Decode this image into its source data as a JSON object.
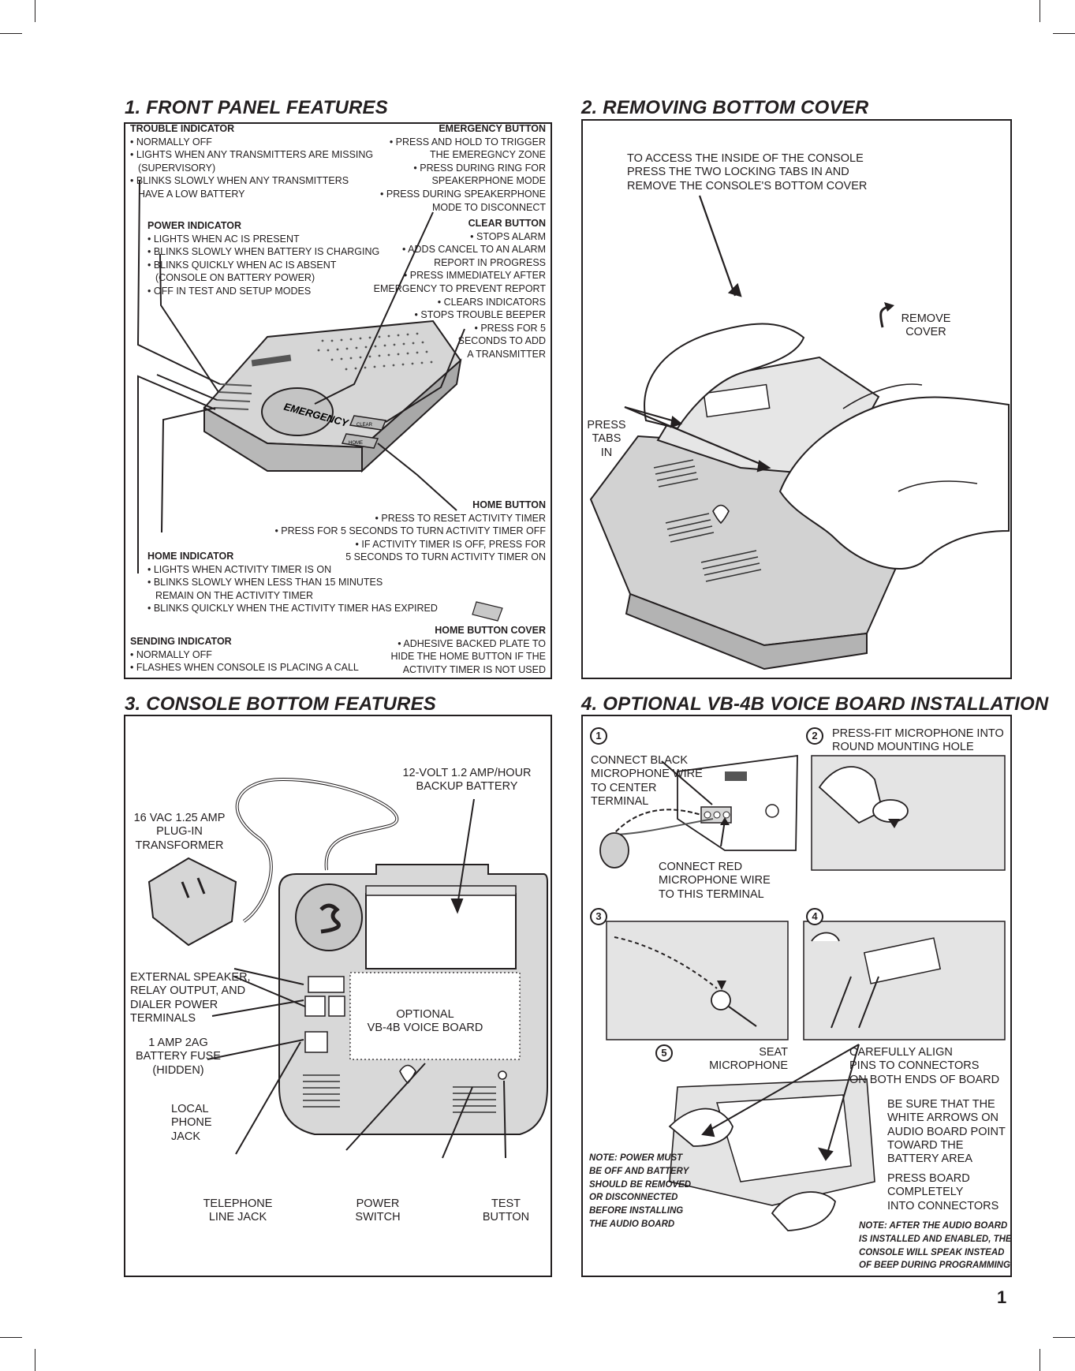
{
  "page_number": "1",
  "sections": {
    "s1": {
      "title": "1. FRONT PANEL FEATURES",
      "trouble": {
        "heading": "TROUBLE INDICATOR",
        "lines": [
          "• NORMALLY OFF",
          "• LIGHTS WHEN ANY TRANSMITTERS ARE MISSING",
          "(SUPERVISORY)",
          "• BLINKS SLOWLY WHEN ANY TRANSMITTERS",
          "HAVE A LOW BATTERY"
        ]
      },
      "power": {
        "heading": "POWER INDICATOR",
        "lines": [
          "• LIGHTS WHEN AC IS PRESENT",
          "• BLINKS SLOWLY WHEN BATTERY IS CHARGING",
          "• BLINKS QUICKLY WHEN AC IS ABSENT",
          "(CONSOLE ON BATTERY POWER)",
          "• OFF IN TEST AND SETUP MODES"
        ]
      },
      "emergency": {
        "heading": "EMERGENCY BUTTON",
        "lines": [
          "• PRESS AND HOLD TO TRIGGER",
          "THE EMEREGNCY ZONE",
          "• PRESS DURING RING FOR",
          "SPEAKERPHONE MODE",
          "• PRESS DURING SPEAKERPHONE",
          "MODE TO DISCONNECT"
        ]
      },
      "clear": {
        "heading": "CLEAR BUTTON",
        "lines": [
          "• STOPS ALARM",
          "• ADDS CANCEL TO AN ALARM",
          "REPORT IN PROGRESS",
          "• PRESS IMMEDIATELY AFTER",
          "EMERGENCY TO PREVENT REPORT",
          "• CLEARS INDICATORS",
          "• STOPS TROUBLE BEEPER",
          "• PRESS FOR 5",
          "SECONDS TO ADD",
          "A TRANSMITTER"
        ]
      },
      "home_button": {
        "heading": "HOME BUTTON",
        "lines": [
          "• PRESS TO RESET ACTIVITY TIMER",
          "• PRESS FOR 5 SECONDS TO TURN ACTIVITY TIMER OFF",
          "• IF ACTIVITY TIMER IS OFF, PRESS FOR",
          "5 SECONDS TO TURN ACTIVITY TIMER ON"
        ]
      },
      "home_indicator": {
        "heading": "HOME INDICATOR",
        "lines": [
          "• LIGHTS WHEN ACTIVITY TIMER IS ON",
          "• BLINKS SLOWLY WHEN LESS THAN 15 MINUTES",
          "REMAIN ON THE ACTIVITY TIMER",
          "• BLINKS QUICKLY WHEN THE ACTIVITY TIMER HAS EXPIRED"
        ]
      },
      "home_cover": {
        "heading": "HOME BUTTON COVER",
        "lines": [
          "• ADHESIVE BACKED PLATE TO",
          "HIDE THE HOME BUTTON IF THE",
          "ACTIVITY TIMER IS NOT USED"
        ]
      },
      "sending": {
        "heading": "SENDING INDICATOR",
        "lines": [
          "• NORMALLY OFF",
          "• FLASHES WHEN CONSOLE IS PLACING A CALL"
        ]
      },
      "device_labels": {
        "emergency": "EMERGENCY",
        "clear": "CLEAR",
        "home": "HOME"
      }
    },
    "s2": {
      "title": "2. REMOVING BOTTOM COVER",
      "access": [
        "TO ACCESS THE INSIDE OF THE CONSOLE",
        "PRESS THE TWO LOCKING TABS IN AND",
        "REMOVE THE CONSOLE'S BOTTOM COVER"
      ],
      "remove": [
        "REMOVE",
        "COVER"
      ],
      "press": [
        "PRESS",
        "TABS",
        "IN"
      ]
    },
    "s3": {
      "title": "3. CONSOLE BOTTOM FEATURES",
      "battery": [
        "12-VOLT 1.2 AMP/HOUR",
        "BACKUP BATTERY"
      ],
      "transformer": [
        "16 VAC 1.25 AMP",
        "PLUG-IN",
        "TRANSFORMER"
      ],
      "terminals": [
        "EXTERNAL SPEAKER,",
        "RELAY OUTPUT, AND",
        "DIALER POWER",
        "TERMINALS"
      ],
      "fuse": [
        "1 AMP 2AG",
        "BATTERY FUSE",
        "(HIDDEN)"
      ],
      "local": [
        "LOCAL",
        "PHONE",
        "JACK"
      ],
      "voice": [
        "OPTIONAL",
        "VB-4B VOICE BOARD"
      ],
      "telephone": [
        "TELEPHONE",
        "LINE JACK"
      ],
      "power": [
        "POWER",
        "SWITCH"
      ],
      "test": [
        "TEST",
        "BUTTON"
      ]
    },
    "s4": {
      "title": "4. OPTIONAL VB-4B VOICE BOARD INSTALLATION",
      "steps": [
        "1",
        "2",
        "3",
        "4",
        "5"
      ],
      "black": [
        "CONNECT BLACK",
        "MICROPHONE WIRE",
        "TO CENTER",
        "TERMINAL"
      ],
      "red": [
        "CONNECT RED",
        "MICROPHONE WIRE",
        "TO THIS TERMINAL"
      ],
      "pressfit": [
        "PRESS-FIT MICROPHONE INTO",
        "ROUND MOUNTING HOLE"
      ],
      "seat": [
        "SEAT",
        "MICROPHONE"
      ],
      "align": [
        "CAREFULLY ALIGN",
        "PINS TO CONNECTORS",
        "ON BOTH ENDS OF BOARD"
      ],
      "arrows": [
        "BE SURE THAT THE",
        "WHITE ARROWS ON",
        "AUDIO BOARD POINT",
        "TOWARD THE",
        "BATTERY AREA"
      ],
      "pressboard": [
        "PRESS BOARD",
        "COMPLETELY",
        "INTO CONNECTORS"
      ],
      "note_power": [
        "NOTE: POWER MUST",
        "BE OFF AND BATTERY",
        "SHOULD BE REMOVED",
        "OR DISCONNECTED",
        "BEFORE INSTALLING",
        "THE AUDIO BOARD"
      ],
      "note_audio": [
        "NOTE: AFTER THE AUDIO BOARD",
        "IS INSTALLED AND ENABLED, THE",
        "CONSOLE WILL SPEAK  INSTEAD",
        "OF BEEP DURING PROGRAMMING"
      ]
    }
  }
}
